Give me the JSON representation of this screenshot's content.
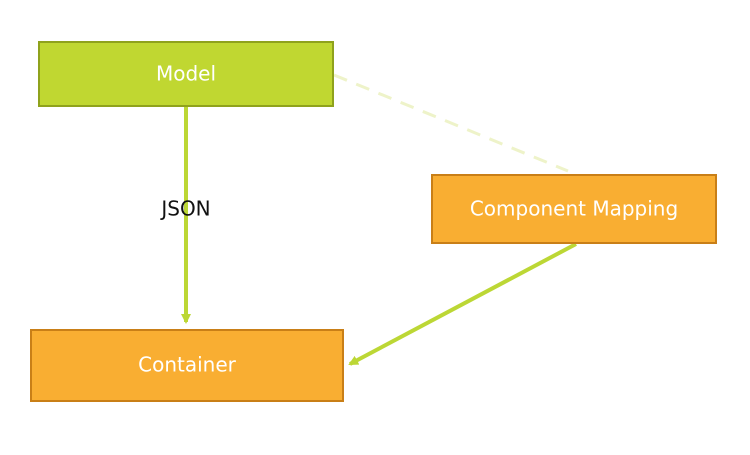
{
  "nodes": {
    "model": {
      "label": "Model"
    },
    "component_mapping": {
      "label": "Component Mapping"
    },
    "container": {
      "label": "Container"
    }
  },
  "edges": {
    "model_to_container": {
      "label": "JSON"
    }
  },
  "colors": {
    "model_fill": "#C0D731",
    "model_stroke": "#8FA21C",
    "orange_fill": "#F9AE32",
    "orange_stroke": "#C97F17",
    "arrow": "#BCD735",
    "dashed": "#EEF3C9"
  }
}
